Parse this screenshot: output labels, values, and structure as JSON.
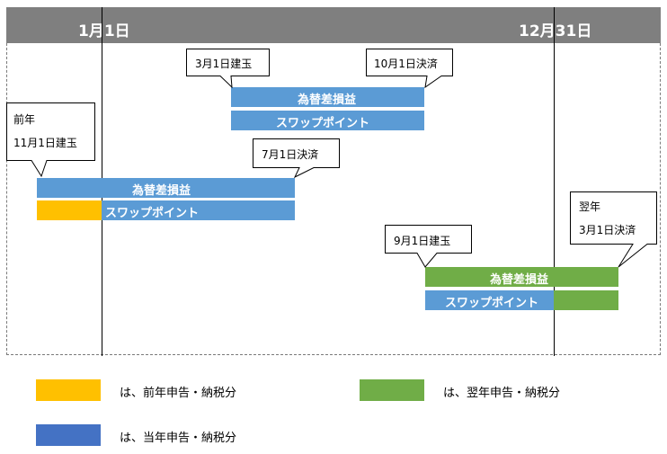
{
  "header": {
    "start_date": "1月1日",
    "end_date": "12月31日"
  },
  "bars": {
    "current_fx": "為替差損益",
    "current_swap": "スワップポイント",
    "prev_fx": "為替差損益",
    "prev_swap": "スワップポイント",
    "next_fx": "為替差損益",
    "next_swap": "スワップポイント"
  },
  "callouts": {
    "current_open": "3月1日建玉",
    "current_close": "10月1日決済",
    "prev_open_line1": "前年",
    "prev_open_line2": "11月1日建玉",
    "prev_close": "7月1日決済",
    "next_open": "9月1日建玉",
    "next_close_line1": "翌年",
    "next_close_line2": "3月1日決済"
  },
  "legend": [
    {
      "color": "#ffc000",
      "text": "は、前年申告・納税分"
    },
    {
      "color": "#4472c4",
      "text": "は、当年申告・納税分"
    },
    {
      "color": "#70ad47",
      "text": "は、翌年申告・納税分"
    }
  ],
  "colors": {
    "blue_bar": "#5b9bd5",
    "green_bar": "#70ad47",
    "orange_bar": "#ffc000",
    "header": "#7f7f7f"
  }
}
